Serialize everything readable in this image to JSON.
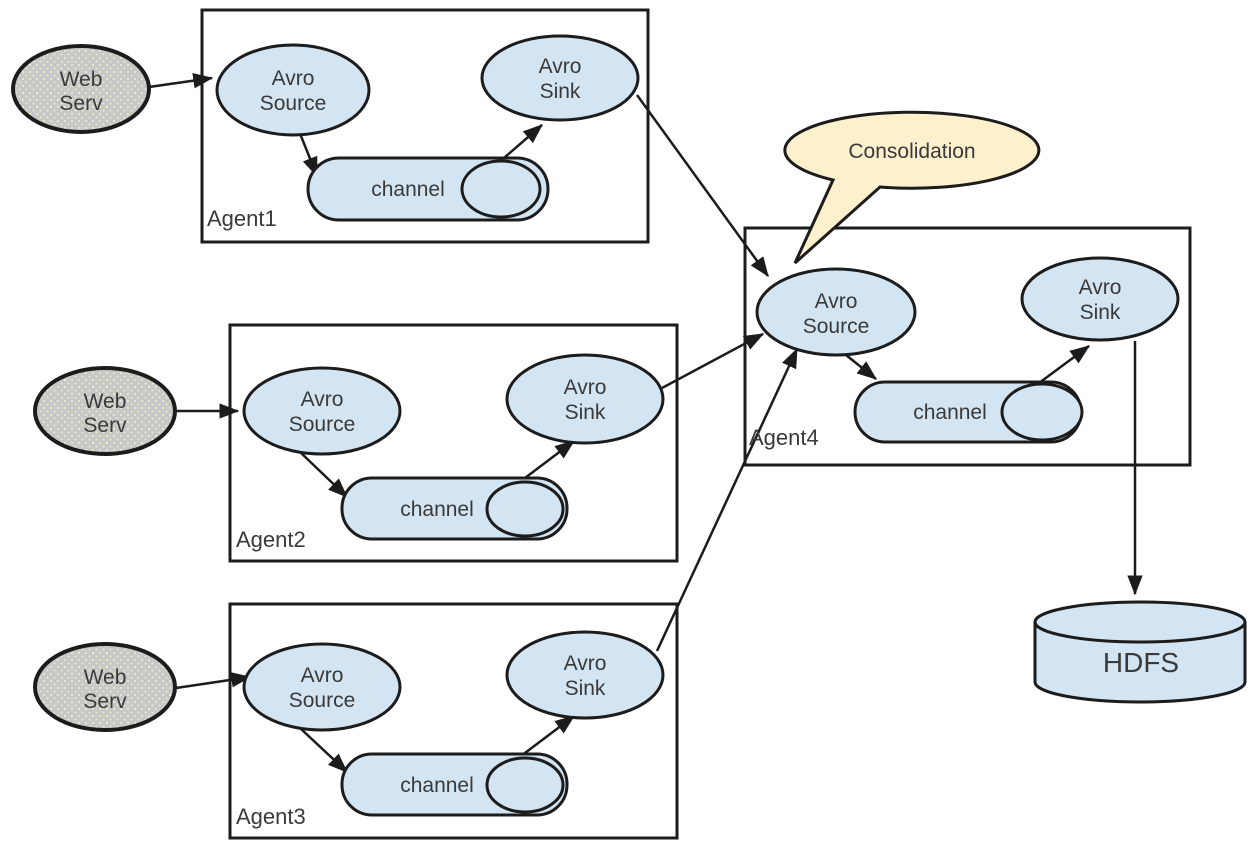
{
  "colors": {
    "background": "#ffffff",
    "node_fill": "#d3e4f2",
    "web_server_fill": "#c7c9c9",
    "web_server_dot": "#f3efc3",
    "callout_fill": "#fdf0cc",
    "outline": "#1c1c1c",
    "text": "#3a3a3a"
  },
  "web_servers": [
    {
      "line1": "Web",
      "line2": "Serv"
    },
    {
      "line1": "Web",
      "line2": "Serv"
    },
    {
      "line1": "Web",
      "line2": "Serv"
    }
  ],
  "agents": [
    {
      "label": "Agent1",
      "source": {
        "line1": "Avro",
        "line2": "Source"
      },
      "channel": "channel",
      "sink": {
        "line1": "Avro",
        "line2": "Sink"
      }
    },
    {
      "label": "Agent2",
      "source": {
        "line1": "Avro",
        "line2": "Source"
      },
      "channel": "channel",
      "sink": {
        "line1": "Avro",
        "line2": "Sink"
      }
    },
    {
      "label": "Agent3",
      "source": {
        "line1": "Avro",
        "line2": "Source"
      },
      "channel": "channel",
      "sink": {
        "line1": "Avro",
        "line2": "Sink"
      }
    },
    {
      "label": "Agent4",
      "source": {
        "line1": "Avro",
        "line2": "Source"
      },
      "channel": "channel",
      "sink": {
        "line1": "Avro",
        "line2": "Sink"
      }
    }
  ],
  "callout": {
    "label": "Consolidation"
  },
  "storage": {
    "label": "HDFS"
  }
}
